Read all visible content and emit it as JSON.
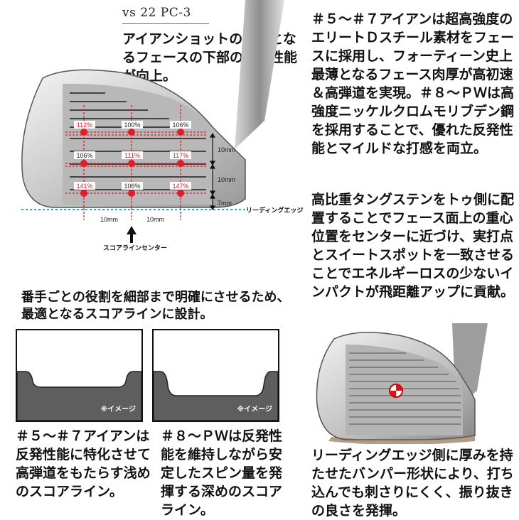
{
  "header": {
    "vs_label": "vs 22 PC-3",
    "caption": "アイアンショットの打点となるフェースの下部の反発性能が向上。"
  },
  "diagram": {
    "row1": [
      "112%",
      "100%",
      "106%"
    ],
    "row2": [
      "106%",
      "111%",
      "117%"
    ],
    "row3": [
      "141%",
      "106%",
      "147%"
    ],
    "row1_colors": [
      "red",
      "black",
      "black"
    ],
    "row2_colors": [
      "black",
      "red",
      "red"
    ],
    "row3_colors": [
      "red",
      "black",
      "red"
    ],
    "spacing_1": "10mm",
    "spacing_2": "10mm",
    "spacing_3": "7mm",
    "horiz_1": "10mm",
    "horiz_2": "10mm",
    "leading_edge_label": "リーディングエッジ",
    "score_center_label": "スコアラインセンター"
  },
  "right_text_1": "＃５～＃７アイアンは超高強度のエリートＤスチール素材をフェースに採用し、フォーティーン史上最薄となるフェース肉厚が高初速＆高弾道を実現。＃８～ＰＷは高強度ニッケルクロムモリブデン鋼を採用することで、優れた反発性能とマイルドな打感を両立。",
  "right_text_2": "高比重タングステンをトゥ側に配置することでフェース面上の重心位置をセンターに近づけ、実打点とスイートスポットを一致させることでエネルギーロスの少ないインパクトが飛距離アップに貢献。",
  "middle_caption": "番手ごとの役割を細部まで明確にさせるため、最適となるスコアラインに設計。",
  "groove_boxes": {
    "note_left": "※イメージ",
    "note_right": "※イメージ"
  },
  "bottom_left": "＃５～＃７アイアンは反発性能に特化させて高弾道をもたらす浅めのスコアライン。",
  "bottom_middle": "＃８～ＰＷは反発性能を維持しながら安定したスピン量を発揮する深めのスコアライン。",
  "bottom_right": "リーディングエッジ側に厚みを持たせたバンパー形状により、打ち込んでも刺さりにくく、振り抜きの良さを発揮。"
}
